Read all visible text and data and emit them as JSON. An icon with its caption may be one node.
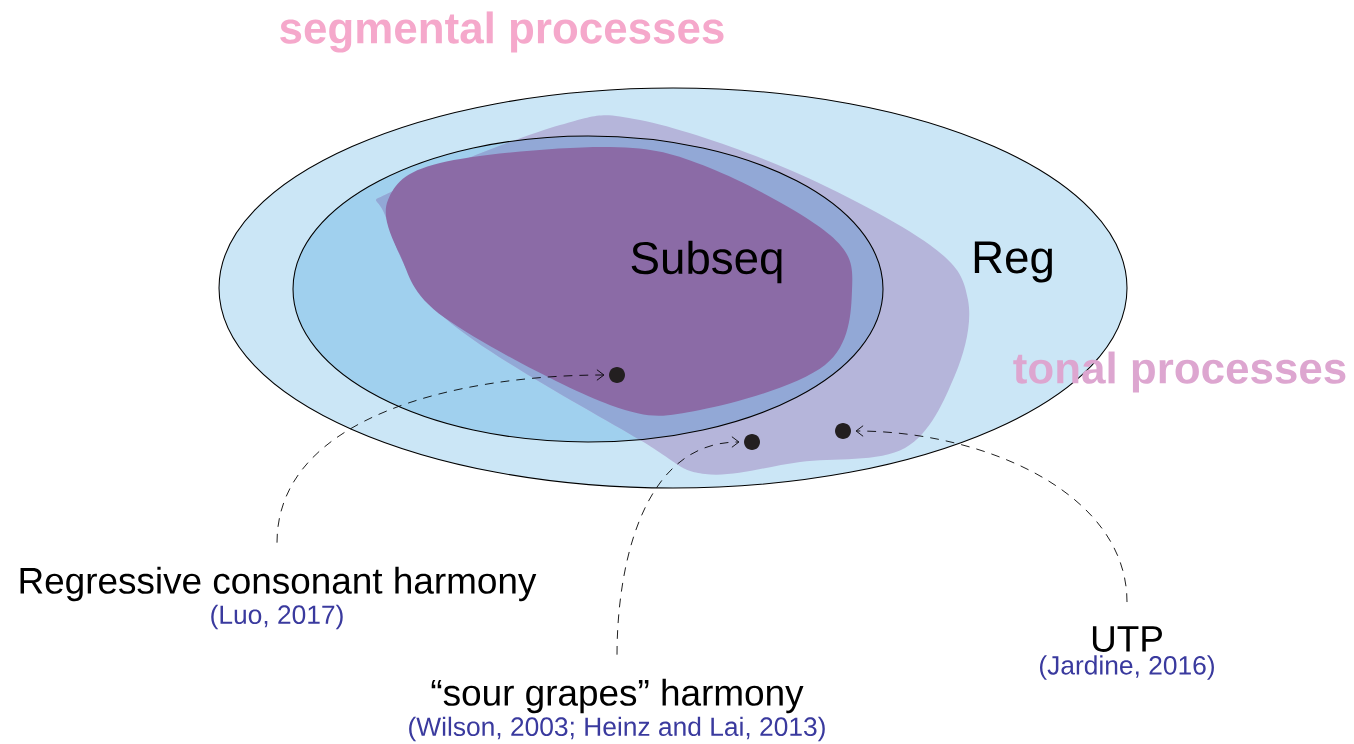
{
  "diagram": {
    "nodes": [
      {
        "text": [
          "Reg"
        ]
      },
      {
        "text": [
          "Subseq"
        ],
        "in": 0
      },
      {
        "text": [],
        "shape": "circle",
        "in": 1
      },
      {
        "text": [],
        "shape": "circle",
        "in": 0
      },
      {
        "text": [],
        "shape": "circle",
        "in": 0
      },
      {
        "text": [
          "Regressive consonant harmony",
          "(Luo, 2017)"
        ]
      },
      {
        "text": [
          "“sour grapes” harmony",
          "(Wilson, 2003; Heinz and Lai, 2013)"
        ]
      },
      {
        "text": [
          "UTP",
          "(Jardine, 2016)"
        ]
      }
    ],
    "edges": [
      {
        "from": 5,
        "to": 2,
        "arrow": "to",
        "style": "dashed"
      },
      {
        "from": 6,
        "to": 3,
        "arrow": "to",
        "style": "dashed"
      },
      {
        "from": 7,
        "to": 4,
        "arrow": "to",
        "style": "dashed"
      }
    ],
    "labels": [
      "segmental processes",
      "tonal processes"
    ]
  }
}
